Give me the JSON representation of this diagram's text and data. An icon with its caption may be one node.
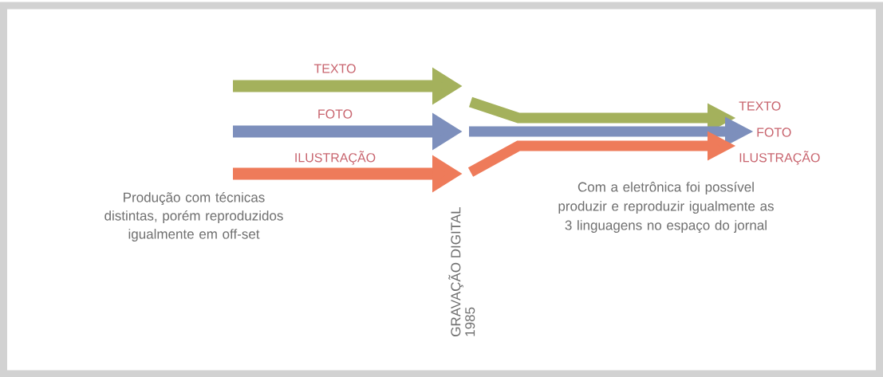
{
  "diagram": {
    "nodes": [
      {
        "text": [
          "TEXTO"
        ]
      },
      {
        "text": [
          "FOTO"
        ]
      },
      {
        "text": [
          "ILUSTRAÇÃO"
        ]
      }
    ],
    "edges": [
      {
        "from": null,
        "to": 0,
        "arrow": "to",
        "color": "#a4b15c"
      },
      {
        "from": null,
        "to": 1,
        "arrow": "to",
        "color": "#7d8fbc"
      },
      {
        "from": null,
        "to": 2,
        "arrow": "to",
        "color": "#ee7b5a"
      }
    ],
    "labels": [
      "TEXTO",
      "FOTO",
      "ILUSTRAÇÃO",
      "Produção com  técnicas distintas, porém reproduzidos igualmente em off-set",
      "Com a eletrônica foi possível produzir e reproduzir igualmente as 3 linguagens no espaço do jornal",
      "GRAVAÇÃO DIGITAL",
      "1985"
    ]
  }
}
